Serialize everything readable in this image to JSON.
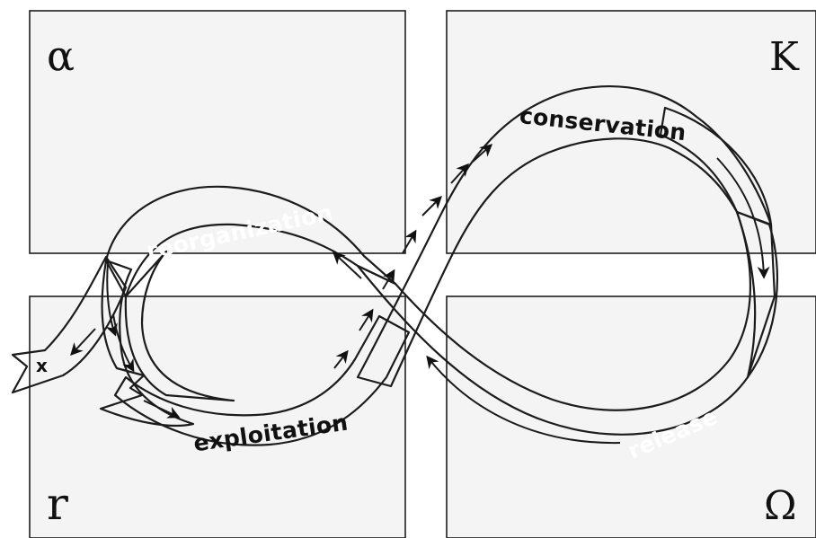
{
  "corners": {
    "top_left": "α",
    "top_right": "K",
    "bottom_left": "r",
    "bottom_right": "Ω"
  },
  "stages": {
    "conservation": "conservation",
    "release": "release",
    "reorganization": "reorganization",
    "exploitation": "exploitation"
  },
  "exit_label": "x",
  "colors": {
    "panel_fill": "#f4f4f4",
    "panel_border": "#1e1e1e",
    "ribbon_light": "#f3f3f3",
    "ribbon_mid": "#b8b8b8",
    "ribbon_dark": "#3a3a3a",
    "text_dark": "#111111",
    "text_light": "#ffffff"
  }
}
